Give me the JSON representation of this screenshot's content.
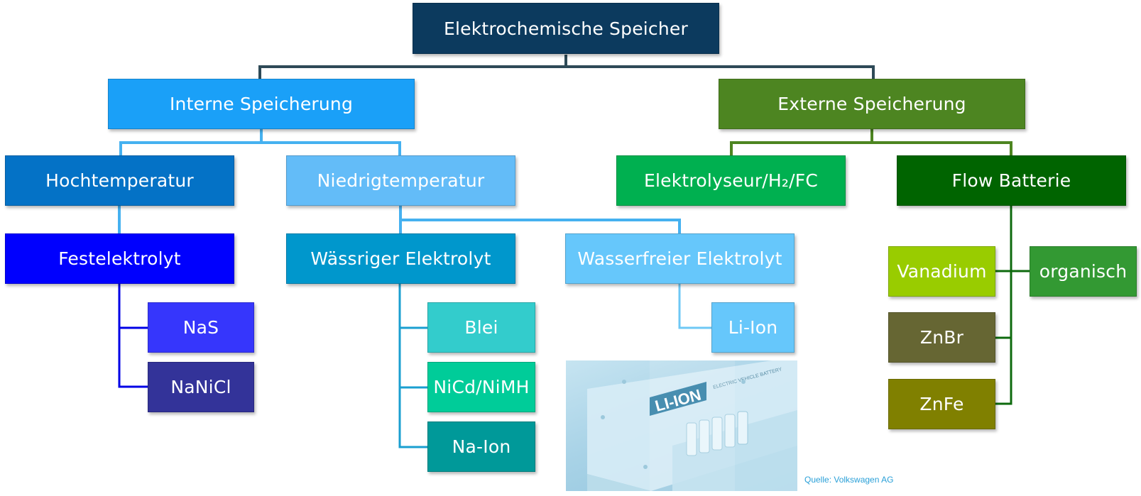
{
  "nodes": {
    "root": {
      "label": "Elektrochemische Speicher",
      "color": "#0c3a5e"
    },
    "interne": {
      "label": "Interne Speicherung",
      "color": "#1aa0f8"
    },
    "externe": {
      "label": "Externe Speicherung",
      "color": "#4d8521"
    },
    "hochtemp": {
      "label": "Hochtemperatur",
      "color": "#0472c6"
    },
    "niedrigtemp": {
      "label": "Niedrigtemperatur",
      "color": "#63bcf8"
    },
    "elektrolyseur": {
      "label": "Elektrolyseur/H₂/FC",
      "color": "#00b050"
    },
    "flow": {
      "label": "Flow Batterie",
      "color": "#006400"
    },
    "festelektrolyt": {
      "label": "Festelektrolyt",
      "color": "#0000fe"
    },
    "waessriger": {
      "label": "Wässriger Elektrolyt",
      "color": "#0097cc"
    },
    "wasserfreier": {
      "label": "Wasserfreier Elektrolyt",
      "color": "#66c7fb"
    },
    "nas": {
      "label": "NaS",
      "color": "#3636fc"
    },
    "nanicl": {
      "label": "NaNiCl",
      "color": "#333399"
    },
    "blei": {
      "label": "Blei",
      "color": "#33cccc"
    },
    "nicd": {
      "label": "NiCd/NiMH",
      "color": "#00cc99"
    },
    "naion": {
      "label": "Na-Ion",
      "color": "#009999"
    },
    "liion": {
      "label": "Li-Ion",
      "color": "#66c7fb"
    },
    "vanadium": {
      "label": "Vanadium",
      "color": "#99cc00"
    },
    "organisch": {
      "label": "organisch",
      "color": "#339933"
    },
    "znbr": {
      "label": "ZnBr",
      "color": "#666633"
    },
    "znfe": {
      "label": "ZnFe",
      "color": "#808000"
    }
  },
  "connector_colors": {
    "root": "#2e4a57",
    "interne": "#45b1f0",
    "externe": "#4d8521",
    "festelektrolyt": "#0000e6",
    "waessriger": "#1a9fd0",
    "wasserfreier": "#6ec8f5",
    "flow": "#0d6a0d"
  },
  "photo": {
    "label_text": "LI-ION",
    "battery_text": "ELECTRIC VEHICLE BATTERY",
    "caption": "Quelle: Volkswagen AG"
  }
}
